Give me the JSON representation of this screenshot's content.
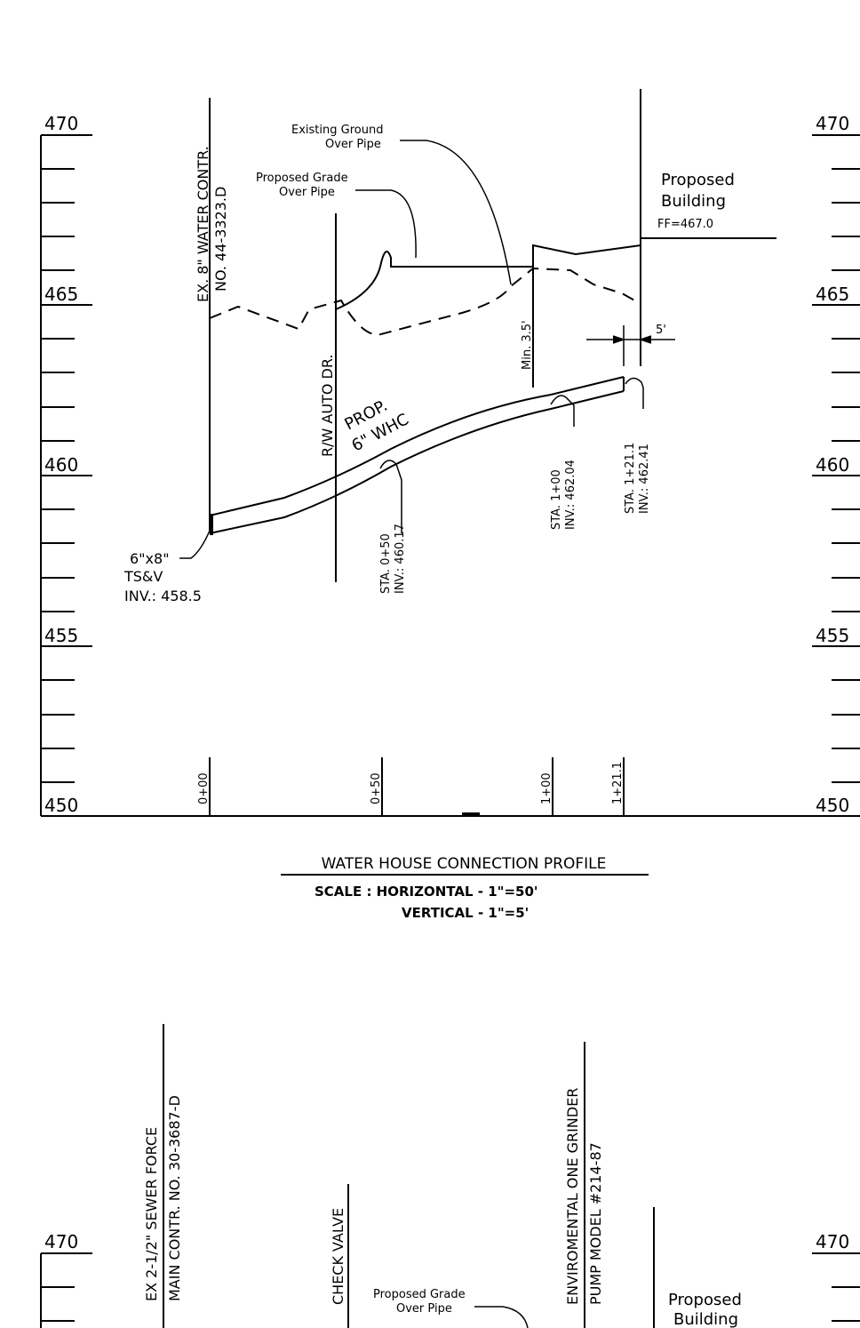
{
  "profile1": {
    "elevations_left": [
      "470",
      "465",
      "460",
      "455",
      "450"
    ],
    "elevations_right": [
      "470",
      "465",
      "460",
      "455",
      "450"
    ],
    "stations": [
      "0+00",
      "0+50",
      "1+00",
      "1+21.1"
    ],
    "existing_main": [
      "EX. 8\" WATER CONTR.",
      "NO. 44-3323.D"
    ],
    "existing_ground": [
      "Existing Ground",
      "Over Pipe"
    ],
    "proposed_grade": [
      "Proposed Grade",
      "Over Pipe"
    ],
    "building": [
      "Proposed",
      "Building"
    ],
    "finish_floor": "FF=467.0",
    "min_cover": "Min. 3.5'",
    "offset": "5'",
    "row_line": "R/W AUTO DR.",
    "pipe": [
      "PROP.",
      "6\" WHC"
    ],
    "tee": [
      "6\"x8\"",
      "TS&V",
      "INV.: 458.5"
    ],
    "sta_050": [
      "STA. 0+50",
      "INV.: 460.17"
    ],
    "sta_100": [
      "STA. 1+00",
      "INV.: 462.04"
    ],
    "sta_1211": [
      "STA. 1+21.1",
      "INV.: 462.41"
    ],
    "title": "WATER HOUSE CONNECTION PROFILE",
    "scale": [
      "SCALE : HORIZONTAL - 1\"=50'",
      "VERTICAL - 1\"=5'"
    ]
  },
  "profile2": {
    "elevations_left": [
      "470"
    ],
    "elevations_right": [
      "470"
    ],
    "force_main": [
      "EX 2-1/2\" SEWER FORCE",
      "MAIN CONTR. NO. 30-3687-D"
    ],
    "check_valve": "CHECK VALVE",
    "pump": [
      "ENVIROMENTAL ONE GRINDER",
      "PUMP MODEL #214-87"
    ],
    "proposed_grade": [
      "Proposed Grade",
      "Over Pipe"
    ],
    "building": [
      "Proposed",
      "Building"
    ]
  }
}
